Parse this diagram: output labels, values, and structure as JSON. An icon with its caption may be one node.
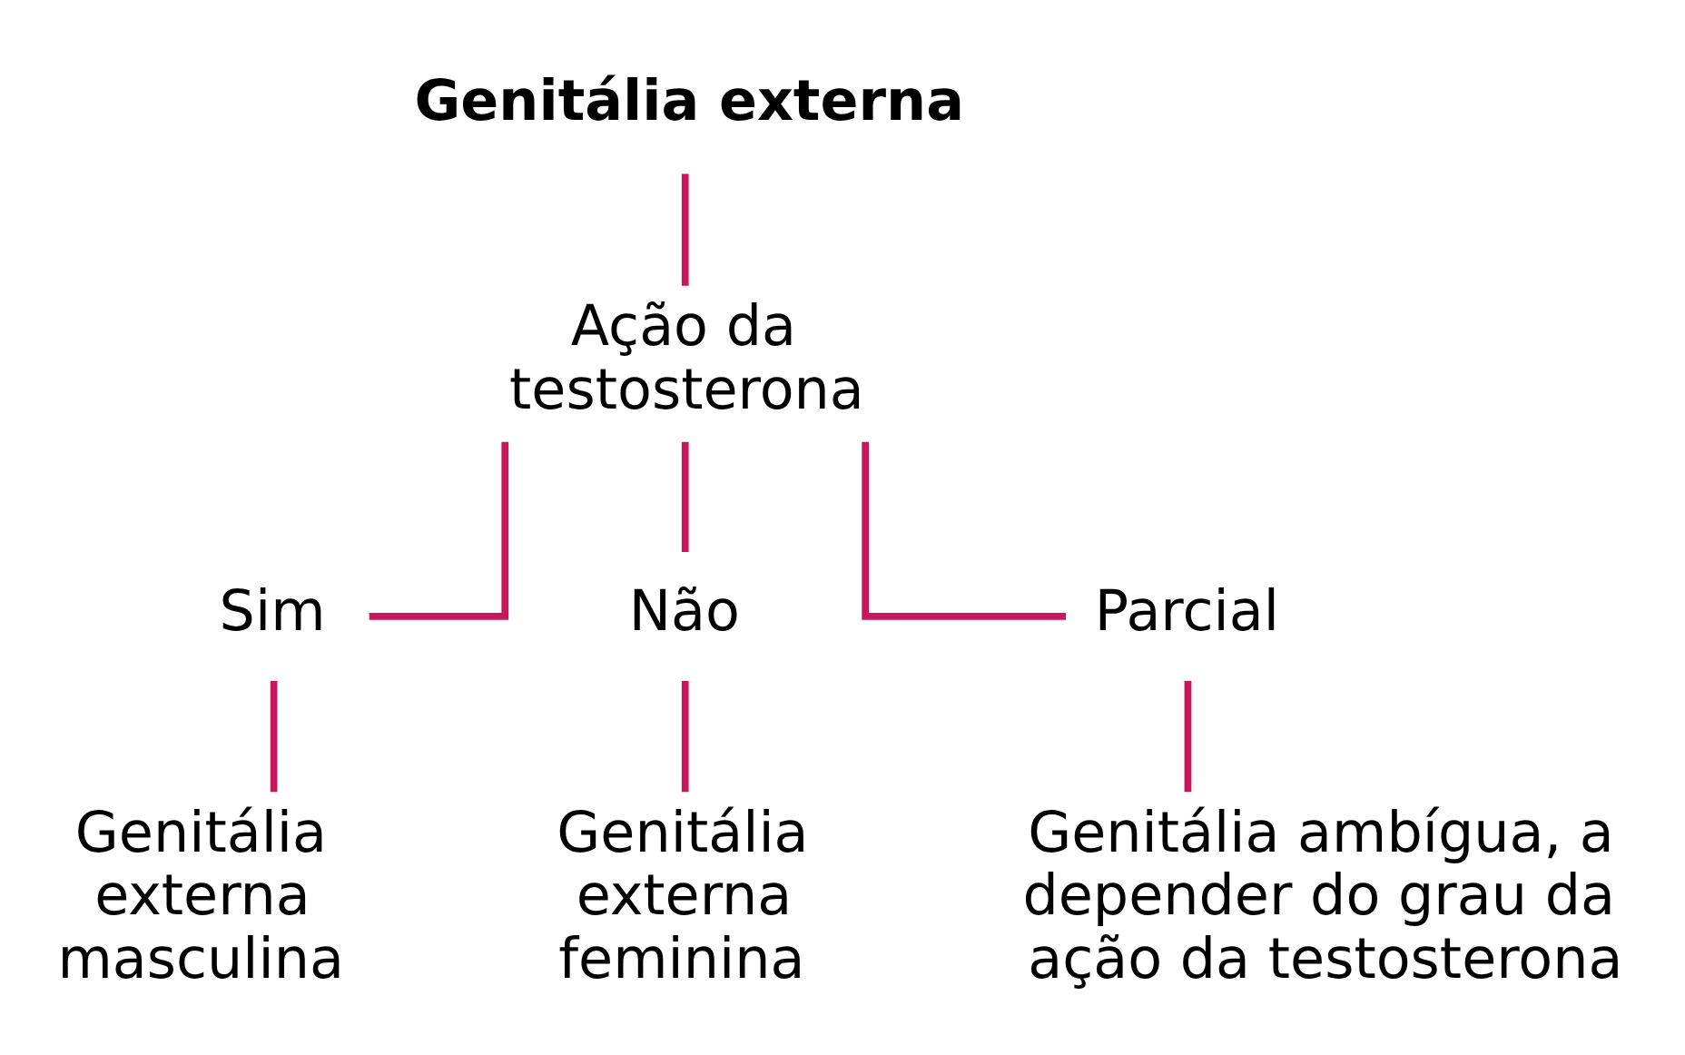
{
  "diagram": {
    "nodes": [
      {
        "text": [
          "Genitália externa"
        ]
      },
      {
        "text": [
          "Ação da testosterona"
        ]
      },
      {
        "text": [
          "Sim"
        ]
      },
      {
        "text": [
          "Não"
        ]
      },
      {
        "text": [
          "Parcial"
        ]
      },
      {
        "text": [
          "Genitália externa masculina"
        ]
      },
      {
        "text": [
          "Genitália externa feminina"
        ]
      },
      {
        "text": [
          "Genitália ambígua, a depender do grau da ação da testosterona"
        ]
      }
    ],
    "edges": [
      {
        "from": 0,
        "to": 1,
        "arrow": "none"
      },
      {
        "from": 1,
        "to": 2,
        "arrow": "none"
      },
      {
        "from": 1,
        "to": 3,
        "arrow": "none"
      },
      {
        "from": 1,
        "to": 4,
        "arrow": "none"
      },
      {
        "from": 2,
        "to": 5,
        "arrow": "none"
      },
      {
        "from": 3,
        "to": 6,
        "arrow": "none"
      },
      {
        "from": 4,
        "to": 7,
        "arrow": "none"
      }
    ]
  }
}
